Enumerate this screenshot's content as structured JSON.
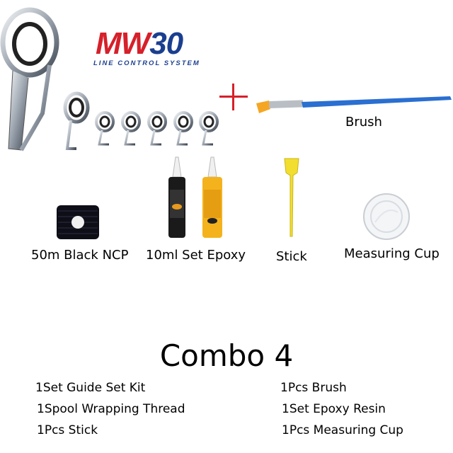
{
  "logo": {
    "brand_letters": "MW",
    "brand_number": "30",
    "tagline": "LINE CONTROL SYSTEM"
  },
  "products": {
    "brush": "Brush",
    "thread": "50m Black NCP",
    "epoxy": "10ml Set Epoxy",
    "stick": "Stick",
    "cup": "Measuring Cup"
  },
  "title": "Combo 4",
  "contents": {
    "left": [
      "1Set Guide Set Kit",
      "1Spool Wrapping Thread",
      "1Pcs Stick"
    ],
    "right": [
      "1Pcs Brush",
      "1Set Epoxy Resin",
      "1Pcs Measuring Cup"
    ]
  },
  "colors": {
    "brand_red": "#d6202a",
    "brand_blue": "#1b3f8f",
    "plus_red": "#d6202a",
    "brush_blue": "#2a6fd1"
  }
}
